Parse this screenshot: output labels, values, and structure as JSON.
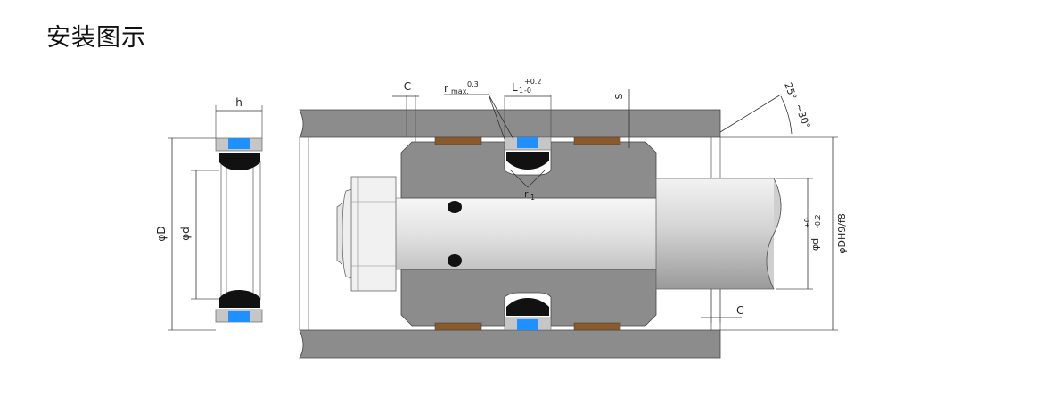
{
  "page": {
    "title": "安装图示"
  },
  "labels": {
    "h": "h",
    "phi_D": "φD",
    "phi_d": "φd",
    "c_top": "C",
    "r_max": "r",
    "r_max_sub": "max.",
    "r_max_val": "0.3",
    "L1": "L",
    "L1_sub": "1",
    "L1_sup": "+0.2",
    "L1_low": "-0",
    "s": "S",
    "r1": "r",
    "r1_sub": "1",
    "angle_25": "25°",
    "angle_30": "~30°",
    "phi_d_tol": "φd",
    "phi_d_tol_sup": "+0",
    "phi_d_tol_low": "-0.2",
    "phi_DH9": "φDH9/f8",
    "c_bottom": "C"
  },
  "colors": {
    "housing": "#8c8c8c",
    "seal_black": "#111111",
    "seal_blue": "#1e90ff",
    "guide_ring": "#8b5a2b",
    "retainer_gray": "#bcbcbc",
    "rod": "#d9d9d9"
  }
}
